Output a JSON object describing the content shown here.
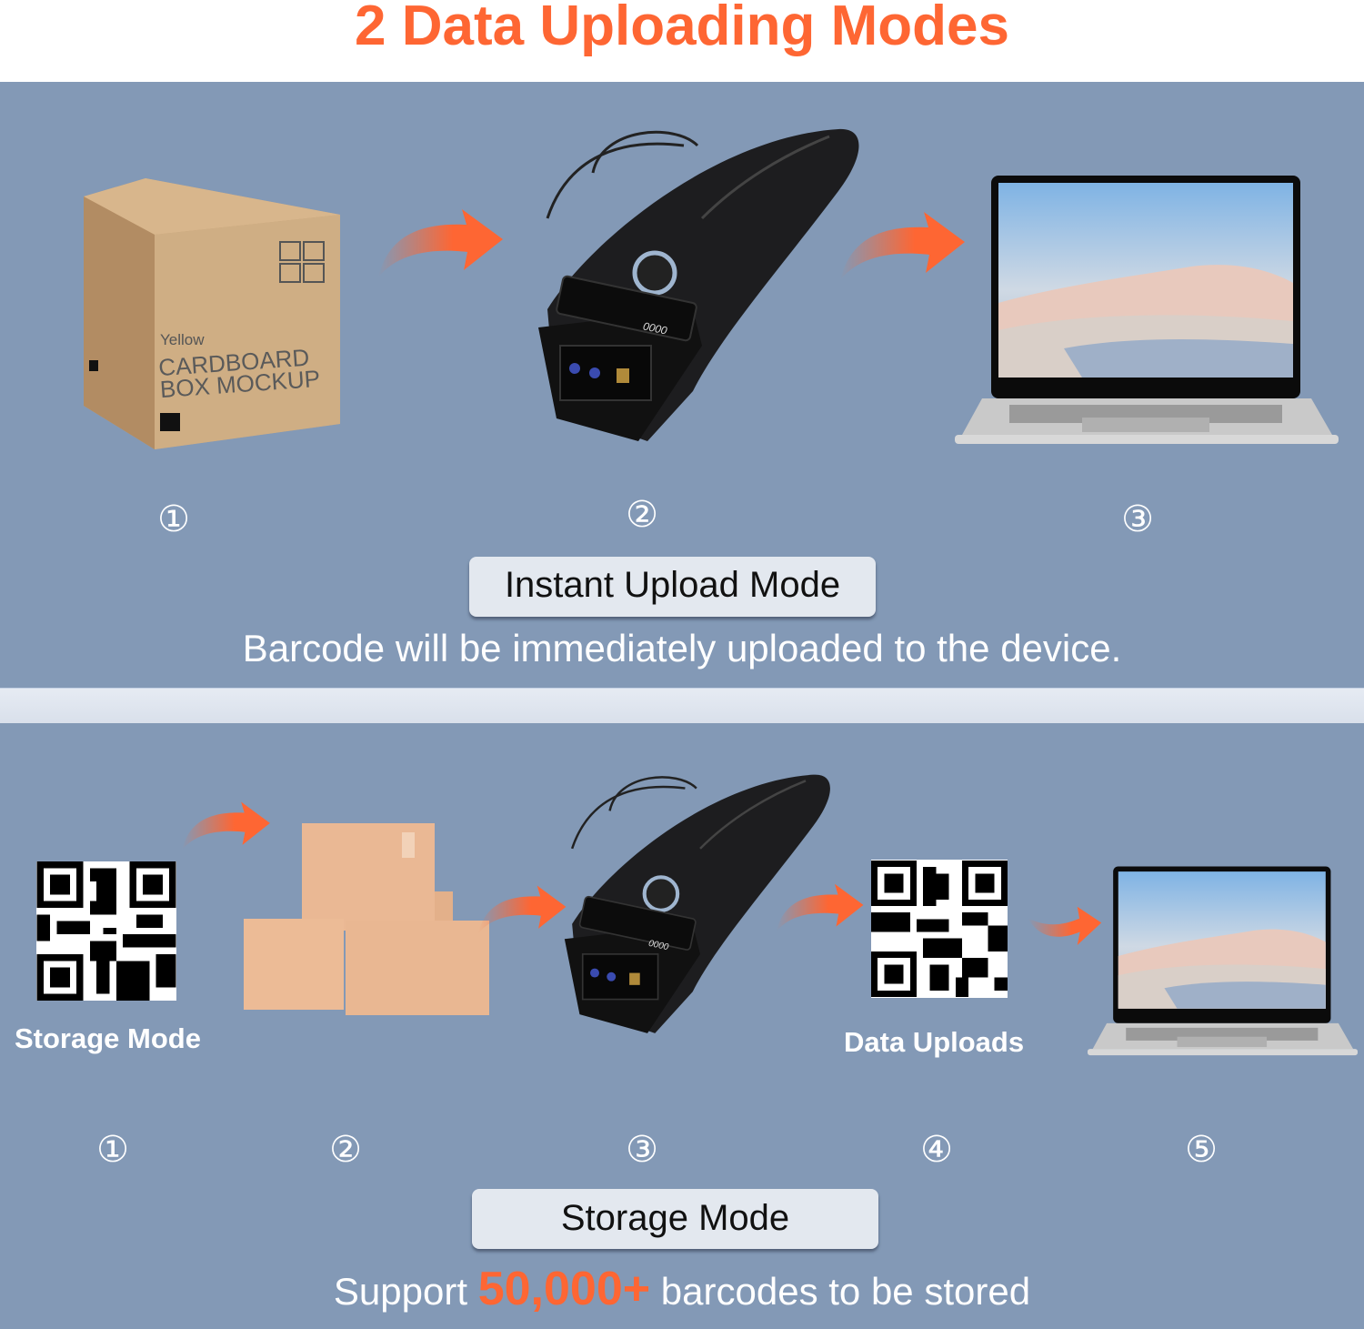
{
  "header": {
    "title": "2 Data Uploading Modes"
  },
  "colors": {
    "accent": "#fe6633",
    "panel_bg": "#8399b6",
    "pill_bg": "#e3e8ef",
    "divider": "#dde3ed"
  },
  "instant_mode": {
    "steps": [
      "①",
      "②",
      "③"
    ],
    "items": [
      {
        "icon": "cardboard-box-image",
        "box_text": {
          "brand": "Yellow",
          "line1": "CARDBOARD",
          "line2": "BOX MOCKUP"
        }
      },
      {
        "icon": "barcode-scanner-image",
        "screen_text": "0000"
      },
      {
        "icon": "laptop-image"
      }
    ],
    "pill_label": "Instant Upload Mode",
    "description": "Barcode will be immediately uploaded to the device."
  },
  "storage_mode": {
    "steps": [
      "①",
      "②",
      "③",
      "④",
      "⑤"
    ],
    "items": [
      {
        "icon": "qr-code-image",
        "label": "Storage Mode"
      },
      {
        "icon": "stacked-boxes-image"
      },
      {
        "icon": "barcode-scanner-image",
        "screen_text": "0000"
      },
      {
        "icon": "qr-code-image",
        "label": "Data Uploads"
      },
      {
        "icon": "laptop-image"
      }
    ],
    "pill_label": "Storage Mode",
    "description": {
      "prefix": "Support ",
      "highlight": "50,000+",
      "suffix": " barcodes to be stored"
    }
  }
}
